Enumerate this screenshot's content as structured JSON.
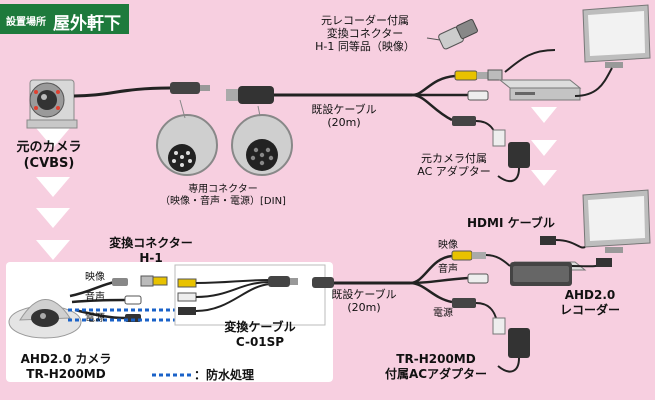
{
  "badge": {
    "small": "設置場所",
    "large": "屋外軒下"
  },
  "labels": {
    "recorder_adapter": [
      "元レコーダー付属",
      "変換コネクター",
      "H-1 同等品（映像）"
    ],
    "existing_cable_top": [
      "既設ケーブル",
      "(20m)"
    ],
    "orig_camera": [
      "元のカメラ",
      "(CVBS)"
    ],
    "orig_ac_adapter": [
      "元カメラ付属",
      "AC アダプター"
    ],
    "dedicated_connector": [
      "専用コネクター",
      "（映像・音声・電源）[DIN]"
    ],
    "hdmi_cable": "HDMI ケーブル",
    "conv_connector": [
      "変換コネクター",
      "H-1"
    ],
    "conv_cable": [
      "変換ケーブル",
      "C-01SP"
    ],
    "existing_cable_bottom": [
      "既設ケーブル",
      "(20m)"
    ],
    "ahd_recorder": [
      "AHD2.0",
      "レコーダー"
    ],
    "tr_adapter": [
      "TR-H200MD",
      "付属ACアダプター"
    ],
    "ahd_camera": [
      "AHD2.0 カメラ",
      "TR-H200MD"
    ],
    "waterproof": "：防水処理",
    "line_video": "映像",
    "line_audio": "音声",
    "line_power": "電源"
  }
}
